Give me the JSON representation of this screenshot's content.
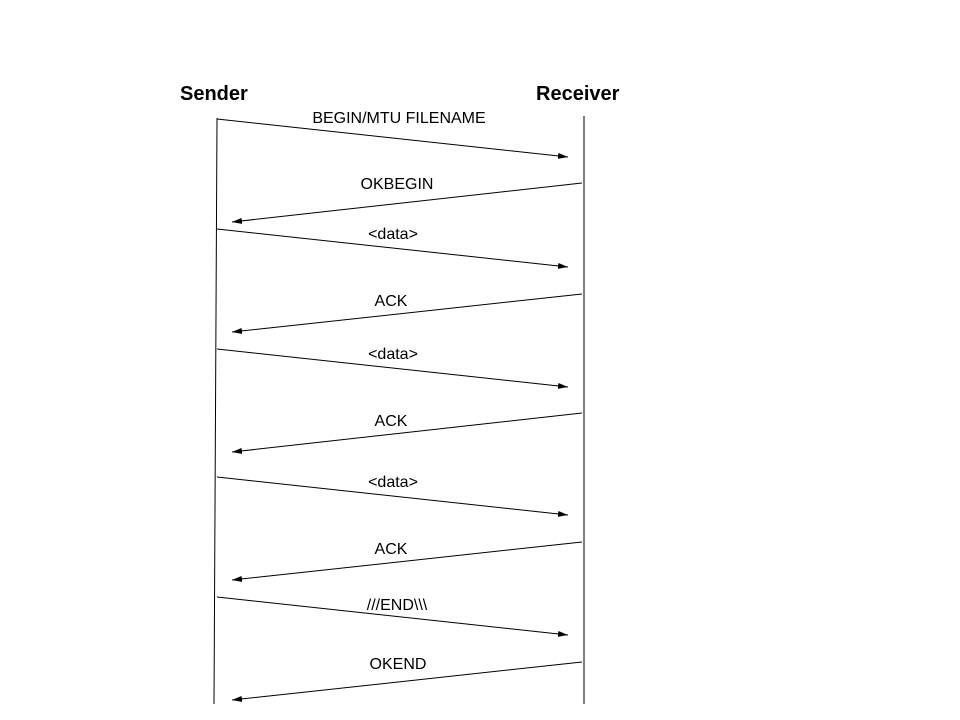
{
  "participants": {
    "sender": "Sender",
    "receiver": "Receiver"
  },
  "messages": [
    {
      "from": "sender",
      "to": "receiver",
      "label": "BEGIN/MTU FILENAME"
    },
    {
      "from": "receiver",
      "to": "sender",
      "label": "OKBEGIN"
    },
    {
      "from": "sender",
      "to": "receiver",
      "label": "<data>"
    },
    {
      "from": "receiver",
      "to": "sender",
      "label": "ACK"
    },
    {
      "from": "sender",
      "to": "receiver",
      "label": "<data>"
    },
    {
      "from": "receiver",
      "to": "sender",
      "label": "ACK"
    },
    {
      "from": "sender",
      "to": "receiver",
      "label": "<data>"
    },
    {
      "from": "receiver",
      "to": "sender",
      "label": "ACK"
    },
    {
      "from": "sender",
      "to": "receiver",
      "label": "///END\\\\\\"
    },
    {
      "from": "receiver",
      "to": "sender",
      "label": "OKEND"
    }
  ],
  "colors": {
    "line": "#000000",
    "background": "#ffffff"
  }
}
